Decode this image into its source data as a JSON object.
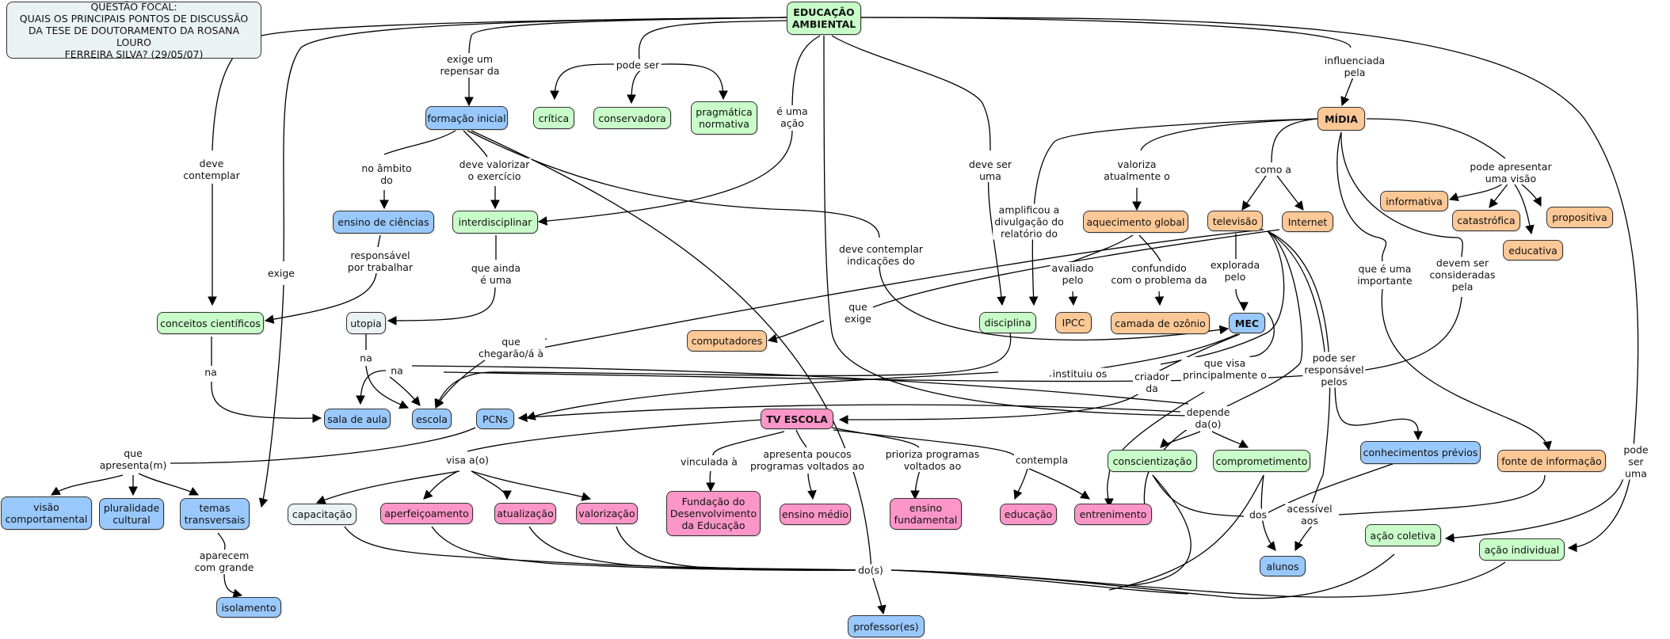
{
  "focal_question": "QUESTÃO FOCAL:\nQUAIS OS PRINCIPAIS PONTOS DE DISCUSSÃO\nDA TESE DE DOUTORAMENTO DA ROSANA LOURO\nFERREIRA SILVA? (29/05/07)",
  "colors": {
    "green": "#c8fcc8",
    "blue": "#99c8fc",
    "orange": "#fcc896",
    "pink": "#fc96c8",
    "grey": "#ebf2f4",
    "line": "#000000"
  },
  "nodes": {
    "educacao_ambiental": "EDUCAÇÃO\nAMBIENTAL",
    "formacao_inicial": "formação inicial",
    "critica": "crítica",
    "conservadora": "conservadora",
    "pragmatica": "pragmática\nnormativa",
    "midia": "MÍDIA",
    "informativa": "informativa",
    "catastrofica": "catastrófica",
    "propositiva": "propositiva",
    "educativa": "educativa",
    "ensino_ciencias": "ensino de ciências",
    "interdisciplinar": "interdisciplinar",
    "aquecimento_global": "aquecimento global",
    "televisao": "televisão",
    "internet": "Internet",
    "conceitos_cientificos": "conceitos científicos",
    "utopia": "utopia",
    "computadores": "computadores",
    "disciplina": "disciplina",
    "ipcc": "IPCC",
    "camada_ozonio": "camada de ozônio",
    "mec": "MEC",
    "sala_aula": "sala de aula",
    "escola": "escola",
    "pcns": "PCNs",
    "tv_escola": "TV ESCOLA",
    "conscientizacao": "conscientização",
    "comprometimento": "comprometimento",
    "conhecimentos_previos": "conhecimentos prévios",
    "fonte_informacao": "fonte de informação",
    "visao_comportamental": "visão\ncomportamental",
    "pluralidade_cultural": "pluralidade\ncultural",
    "temas_transversais": "temas\ntransversais",
    "capacitacao": "capacitação",
    "aperfeicoamento": "aperfeiçoamento",
    "atualizacao": "atualização",
    "valorizacao": "valorização",
    "fundacao": "Fundação do\nDesenvolvimento\nda Educação",
    "ensino_medio": "ensino médio",
    "ensino_fundamental": "ensino\nfundamental",
    "educacao": "educação",
    "entrenimento": "entrenimento",
    "acao_coletiva": "ação coletiva",
    "acao_individual": "ação individual",
    "alunos": "alunos",
    "isolamento": "isolamento",
    "professores": "professor(es)"
  },
  "links": {
    "exige_repensar": "exige um\nrepensar da",
    "pode_ser": "pode ser",
    "e_uma_acao": "é uma\nação",
    "deve_ser_uma": "deve ser\numa",
    "influenciada_pela": "influenciada\npela",
    "deve_contemplar": "deve\ncontemplar",
    "exige": "exige",
    "no_ambito_do": "no âmbito\ndo",
    "deve_valorizar": "deve valorizar\no exercício",
    "valoriza_atualmente": "valoriza\natualmente o",
    "como_a": "como a",
    "pode_apresentar": "pode apresentar\numa visão",
    "amplificou": "amplificou a\ndivulgação do\nrelatório do",
    "deve_contemplar_indicacoes": "deve contemplar\nindicações do",
    "responsavel_trabalhar": "responsável\npor trabalhar",
    "que_ainda": "que ainda\né uma",
    "avaliado_pelo": "avaliado\npelo",
    "confundido": "confundido\ncom o problema da",
    "explorada_pelo": "explorada\npelo",
    "que_e_importante": "que é uma\nimportante",
    "devem_ser_consideradas": "devem ser\nconsideradas\npela",
    "que_exige": "que\nexige",
    "que_chegarao": "que\nchegarão/á à",
    "na_1": "na",
    "na_2": "na",
    "na_3": "na",
    "instituiu_os": "instituiu os",
    "criador_da": "criador\nda",
    "que_visa": "que visa\nprincipalmente o",
    "pode_ser_responsavel": "pode ser\nresponsável\npelos",
    "depende": "depende\nda(o)",
    "que_apresenta": "que\napresenta(m)",
    "visa_ao": "visa a(o)",
    "vinculada_a": "vinculada à",
    "apresenta_poucos": "apresenta poucos\nprogramas voltados ao",
    "prioriza": "prioriza programas\nvoltados ao",
    "contempla": "contempla",
    "pode_ser_uma": "pode ser\numa",
    "dos": "dos",
    "acessivel_aos": "acessível\naos",
    "aparecem": "aparecem\ncom grande",
    "dos_s": "do(s)"
  }
}
